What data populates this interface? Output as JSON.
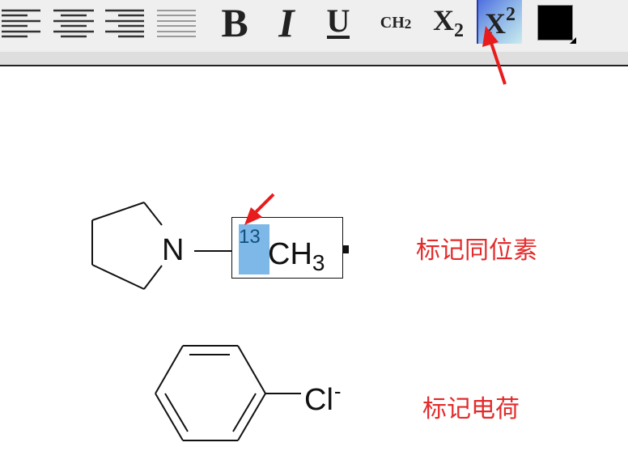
{
  "toolbar": {
    "buttons": [
      {
        "id": "align-left",
        "icon": "align-left-icon"
      },
      {
        "id": "align-center",
        "icon": "align-center-icon"
      },
      {
        "id": "align-right",
        "icon": "align-right-icon"
      },
      {
        "id": "justify",
        "icon": "justify-icon",
        "disabled": true
      },
      {
        "id": "bold",
        "label": "B"
      },
      {
        "id": "italic",
        "label": "I"
      },
      {
        "id": "underline",
        "label": "U"
      },
      {
        "id": "formula",
        "label": "CH",
        "sub": "2"
      },
      {
        "id": "subscript",
        "label": "X",
        "sub": "2"
      },
      {
        "id": "superscript",
        "label": "X",
        "sup": "2",
        "active": true
      },
      {
        "id": "text-color",
        "color": "#000000"
      }
    ],
    "bold_label": "B",
    "italic_label": "I",
    "underline_label": "U",
    "formula_label": "CH",
    "formula_sub": "2",
    "subscript_label": "X",
    "subscript_sub": "2",
    "superscript_label": "X",
    "superscript_sup": "2",
    "text_color": "#000000"
  },
  "canvas": {
    "molecule1": {
      "atom_n": "N",
      "isotope": "13",
      "group": "CH",
      "group_sub": "3",
      "label": "标记同位素"
    },
    "molecule2": {
      "atom_cl": "Cl",
      "charge": "-",
      "label": "标记电荷"
    }
  },
  "annotations": {
    "arrow_color": "#e81c1c",
    "label_color": "#e32b2b",
    "selection_color": "#7db8e8"
  }
}
